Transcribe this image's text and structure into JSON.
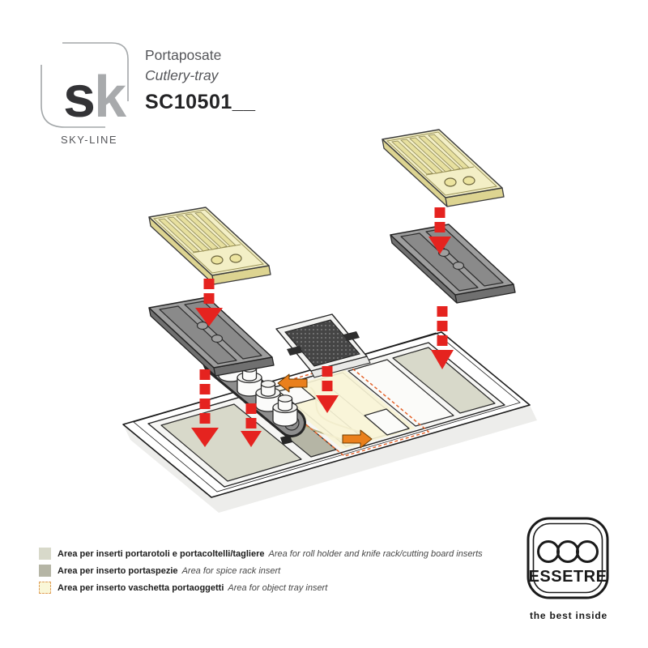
{
  "header": {
    "logo": {
      "letter_dark": "s",
      "letter_light": "k",
      "subtitle": "SKY-LINE"
    },
    "product_name_it": "Portaposate",
    "product_name_en": "Cutlery-tray",
    "product_code": "SC10501__"
  },
  "diagram": {
    "description": "Exploded isometric view of cutlery tray drawer insert",
    "parts": [
      {
        "name": "knife-rack-insert-left",
        "type": "knife rack / cutting board insert"
      },
      {
        "name": "knife-rack-insert-right",
        "type": "knife rack / cutting board insert"
      },
      {
        "name": "roll-holder-insert-left",
        "type": "roll holder insert"
      },
      {
        "name": "roll-holder-insert-right",
        "type": "roll holder insert"
      },
      {
        "name": "spice-rack-insert",
        "type": "spice rack insert"
      },
      {
        "name": "spice-jars",
        "type": "spice jars",
        "count": 4
      },
      {
        "name": "object-tray-area",
        "type": "object tray area highlight"
      },
      {
        "name": "drawer-tray",
        "type": "drawer with compartment tray"
      }
    ],
    "arrows": {
      "red_insertion_arrows": 6,
      "orange_slide_arrows": 2
    }
  },
  "legend": {
    "items": [
      {
        "color": "#d8d9ca",
        "label_it": "Area per inserti portarotoli e portacoltelli/tagliere",
        "label_en": "Area for roll holder and knife rack/cutting board inserts"
      },
      {
        "color": "#b5b5a5",
        "label_it": "Area per inserto portaspezie",
        "label_en": "Area for spice rack insert"
      },
      {
        "color": "#faf7d8",
        "label_it": "Area per inserto vaschetta portaoggetti",
        "label_en": "Area for object tray insert"
      }
    ]
  },
  "footer_logo": {
    "brand": "ESSETRE",
    "tagline": "the best inside"
  },
  "colors": {
    "red_arrow": "#e5231f",
    "orange_arrow": "#ea801c",
    "insert_yellow": "#f3efc6",
    "insert_yellow_side": "#ddd491",
    "insert_gray": "#9d9d9d",
    "area_light": "#d8d9ca",
    "area_dark": "#b5b5a5",
    "area_yellow": "#f8f4d5",
    "outline": "#3c3c3c"
  }
}
